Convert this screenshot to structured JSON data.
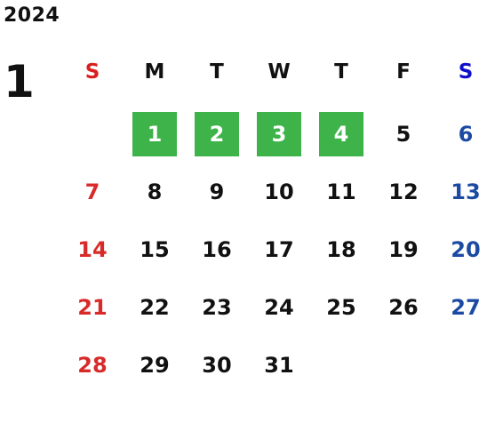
{
  "calendar": {
    "year": "2024",
    "month": "1",
    "weekdays": [
      "S",
      "M",
      "T",
      "W",
      "T",
      "F",
      "S"
    ],
    "weeks": [
      [
        "",
        "1",
        "2",
        "3",
        "4",
        "5",
        "6"
      ],
      [
        "7",
        "8",
        "9",
        "10",
        "11",
        "12",
        "13"
      ],
      [
        "14",
        "15",
        "16",
        "17",
        "18",
        "19",
        "20"
      ],
      [
        "21",
        "22",
        "23",
        "24",
        "25",
        "26",
        "27"
      ],
      [
        "28",
        "29",
        "30",
        "31",
        "",
        "",
        ""
      ]
    ],
    "highlighted_days": [
      "1",
      "2",
      "3",
      "4"
    ]
  },
  "colors": {
    "highlight": "#3db34a",
    "sunday": "#d92a2a",
    "saturday": "#1c4aa3",
    "text": "#111111"
  }
}
